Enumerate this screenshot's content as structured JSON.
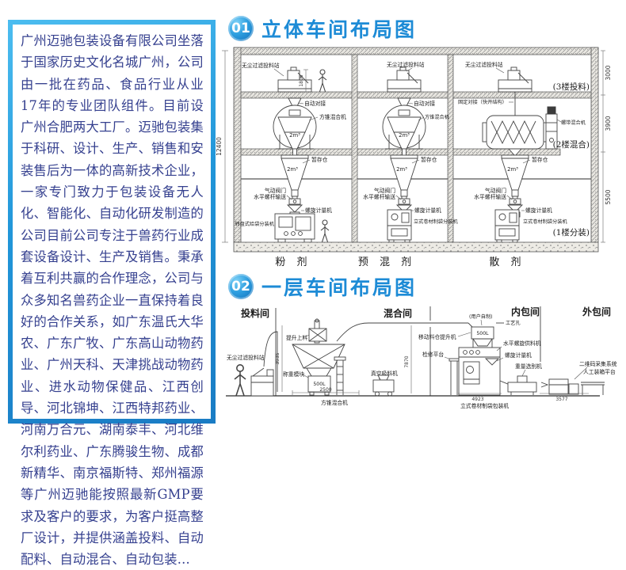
{
  "left_panel": {
    "text": "广州迈驰包装设备有限公司坐落于国家历史文化名城广州，公司由一批在药品、食品行业从业17年的专业团队组件。目前设广州合肥两大工厂。迈驰包装集于科研、设计、生产、销售和安装售后为一体的高新技术企业，一家专门致力于包装设备无人化、智能化、自动化研发制造的公司目前公司专注于兽药行业成套设备设计、生产及销售。秉承着互利共赢的合作理念，公司与众多知名兽药企业一直保持着良好的合作关系，如广东温氏大华农、广东广牧、广东高山动物药业、广州天科、天津挑战动物药业、进水动物保健品、江西创导、河北锦坤、江西特邦药业、河南万合元、湖南泰丰、河北维尔利药业、广东腾骏生物、成都新精华、南京福斯特、郑州福源等广州迈驰能按照最新GMP要求及客户的要求，为客户挺高整厂设计，并提供涵盖投料、自动配料、自动混合、自动包装..."
  },
  "colors": {
    "accent_blue": "#1d8bd6",
    "text_navy": "#35408f",
    "border_blue": "#2ba7e2"
  },
  "section1": {
    "number": "01",
    "title": "立体车间布局图",
    "dims": {
      "total_height": "12400",
      "station_height": "1806",
      "floor3": "3000",
      "floor2": "3900",
      "floor1": "5500"
    },
    "floors": {
      "f3": "(3楼投料)",
      "f2": "(2楼混合)",
      "f1": "(1楼分装)"
    },
    "labels": {
      "dust_free_station": "无尘过滤投料站",
      "auto_dock": "自动对接",
      "fixed_dock": "固定对接（快开结构）",
      "square_cone_mixer": "方锥混合机",
      "ribbon_mixer": "螺带混合机",
      "buffer_bin": "暂存仓",
      "volume_2m3": "2m³",
      "pneumatic_valve": "气动阀门",
      "horizontal_screw_conveyor": "水平螺杆输送",
      "screw_metering": "螺旋计量机",
      "rotary_bag_packer": "转盘式给袋分装机",
      "vertical_film_packer": "立式卷材制袋分装机"
    },
    "categories": {
      "powder": "粉 剂",
      "premix": "预 混 剂",
      "granule": "散 剂"
    }
  },
  "section2": {
    "number": "02",
    "title": "一层车间布局图",
    "rooms": [
      "投料间",
      "混合间",
      "内包间",
      "外包间"
    ],
    "labels": {
      "dust_free_station": "无尘过滤投料站",
      "lift_feeding": "提升上料",
      "weighing_module": "称重模块",
      "vol_500l": "500L",
      "square_cone_mixer": "方锥混合机",
      "vacuum_feeder": "真空吸料机",
      "user_made": "(用户自制)",
      "process_hole": "工艺孔",
      "mobile_silo_hoist": "移动料仓提升机",
      "maintenance_platform": "检修平台",
      "horizontal_screw_feeder": "水平螺旋供料机",
      "screw_metering": "螺旋计量机",
      "weight_sorter": "重量选别机",
      "qr_code_system": "二维码采集系统",
      "manual_packing_platform": "人工装箱平台",
      "vertical_film_packing_machine": "立式卷材制袋包装机"
    },
    "dims": {
      "mixer_width": "2500",
      "mixer_height": "3935",
      "room_height": "7870",
      "packer_width": "4923",
      "outer_width": "3577"
    }
  }
}
